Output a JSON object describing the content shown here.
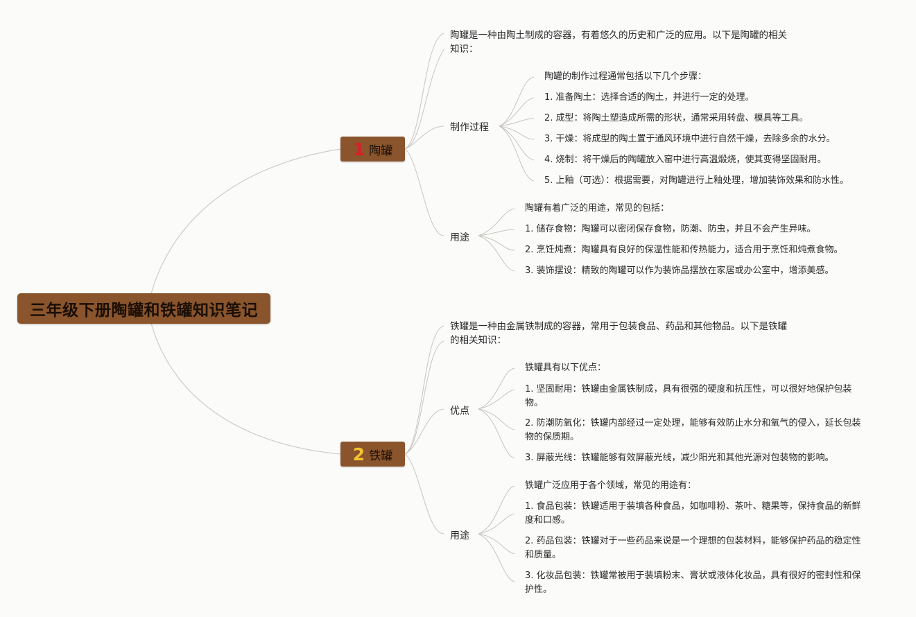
{
  "root": {
    "title": "三年级下册陶罐和铁罐知识笔记"
  },
  "branches": [
    {
      "num": "1",
      "label": "陶罐",
      "intro": "陶罐是一种由陶土制成的容器，有着悠久的历史和广泛的应用。以下是陶罐的相关知识：",
      "groups": [
        {
          "title": "制作过程",
          "items": [
            "陶罐的制作过程通常包括以下几个步骤：",
            "1. 准备陶土：选择合适的陶土，并进行一定的处理。",
            "2. 成型：将陶土塑造成所需的形状，通常采用转盘、模具等工具。",
            "3. 干燥：将成型的陶土置于通风环境中进行自然干燥，去除多余的水分。",
            "4. 烧制：将干燥后的陶罐放入窑中进行高温煅烧，使其变得坚固耐用。",
            "5. 上釉（可选）：根据需要，对陶罐进行上釉处理，增加装饰效果和防水性。"
          ]
        },
        {
          "title": "用途",
          "items": [
            "陶罐有着广泛的用途，常见的包括：",
            "1. 储存食物：陶罐可以密闭保存食物，防潮、防虫，并且不会产生异味。",
            "2. 烹饪炖煮：陶罐具有良好的保温性能和传热能力，适合用于烹饪和炖煮食物。",
            "3. 装饰摆设：精致的陶罐可以作为装饰品摆放在家居或办公室中，增添美感。"
          ]
        }
      ]
    },
    {
      "num": "2",
      "label": "铁罐",
      "intro": "铁罐是一种由金属铁制成的容器，常用于包装食品、药品和其他物品。以下是铁罐的相关知识：",
      "groups": [
        {
          "title": "优点",
          "items": [
            "铁罐具有以下优点：",
            "1. 坚固耐用：铁罐由金属铁制成，具有很强的硬度和抗压性，可以很好地保护包装物。",
            "2. 防潮防氧化：铁罐内部经过一定处理，能够有效防止水分和氧气的侵入，延长包装物的保质期。",
            "3. 屏蔽光线：铁罐能够有效屏蔽光线，减少阳光和其他光源对包装物的影响。"
          ]
        },
        {
          "title": "用途",
          "items": [
            "铁罐广泛应用于各个领域，常见的用途有：",
            "1. 食品包装：铁罐适用于装填各种食品，如咖啡粉、茶叶、糖果等，保持食品的新鲜度和口感。",
            "2. 药品包装：铁罐对于一些药品来说是一个理想的包装材料，能够保护药品的稳定性和质量。",
            "3. 化妆品包装：铁罐常被用于装填粉末、膏状或液体化妆品，具有很好的密封性和保护性。"
          ]
        }
      ]
    }
  ]
}
